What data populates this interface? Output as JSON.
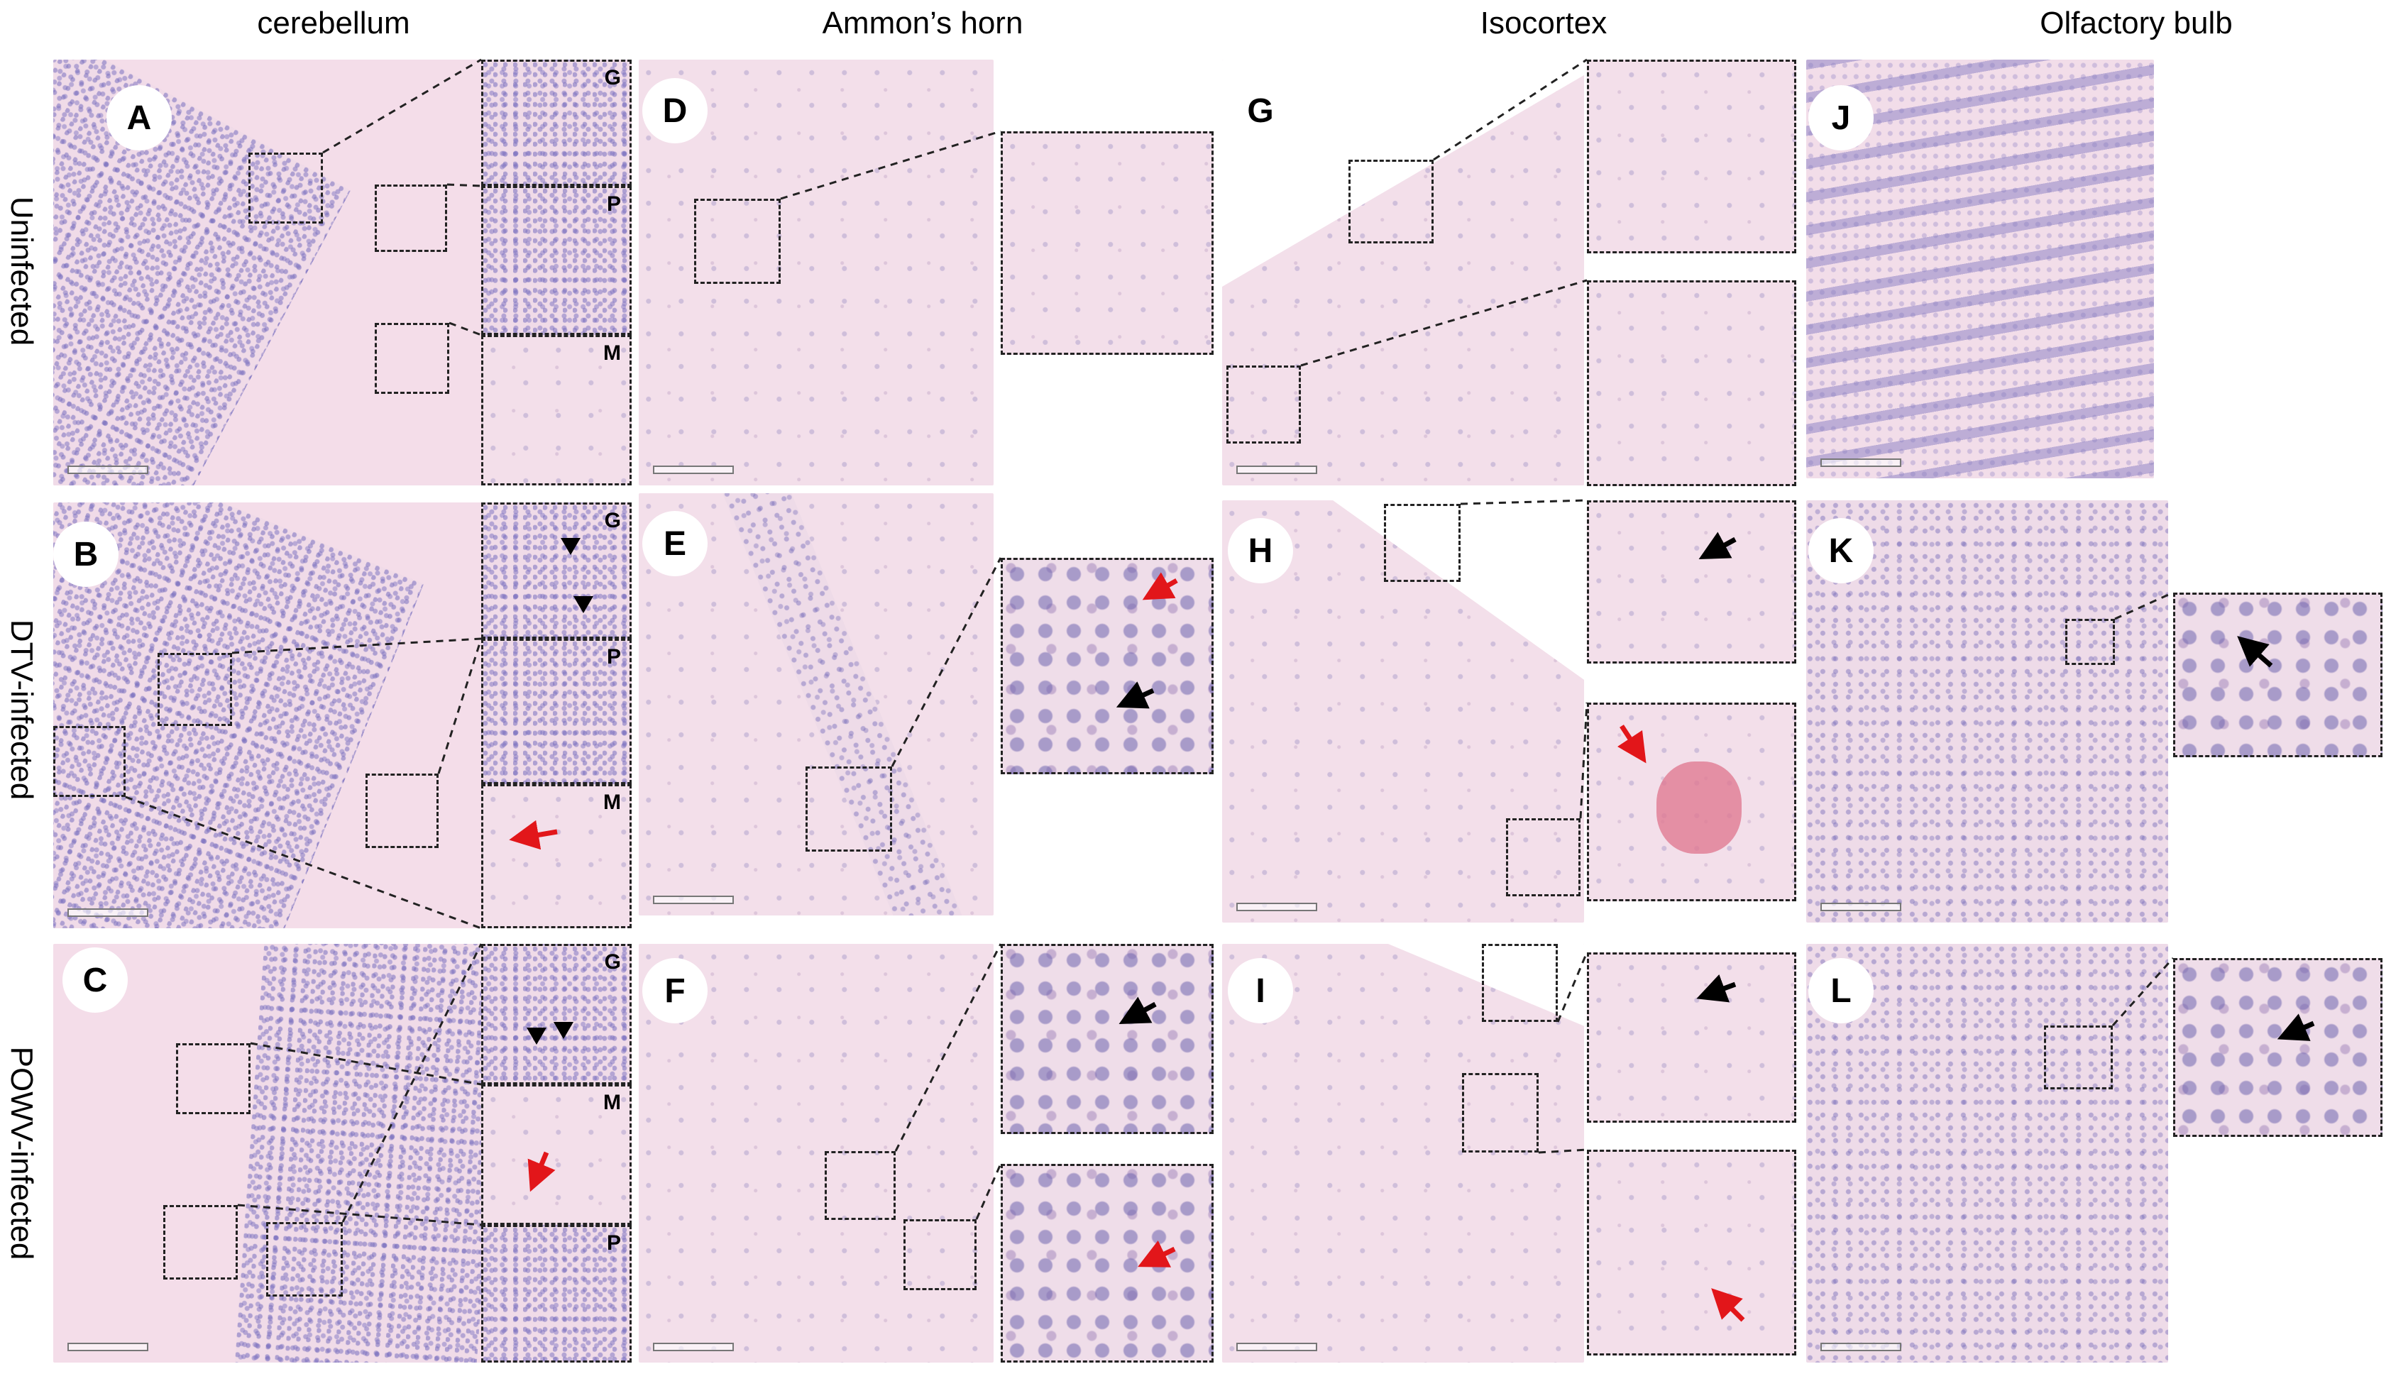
{
  "columns": [
    "cerebellum",
    "Ammon’s horn",
    "Isocortex",
    "Olfactory bulb"
  ],
  "rows": [
    "Uninfected",
    "DTV-infected",
    "POWV-infected"
  ],
  "panel_letters": [
    "A",
    "B",
    "C",
    "D",
    "E",
    "F",
    "G",
    "H",
    "I",
    "J",
    "K",
    "L"
  ],
  "inset_labels": {
    "A": [
      "G",
      "P",
      "M"
    ],
    "B": [
      "G",
      "P",
      "M"
    ],
    "C": [
      "G",
      "M",
      "P"
    ]
  },
  "icons": {
    "black_arrow": "black-arrow-icon",
    "red_arrow": "red-arrow-icon",
    "arrowhead": "black-arrowhead-icon"
  },
  "colors": {
    "tissue_pink": "#f4dde9",
    "nuclei_purple": "#8074c0",
    "black_arrow": "#000000",
    "red_arrow": "#e2161a"
  }
}
